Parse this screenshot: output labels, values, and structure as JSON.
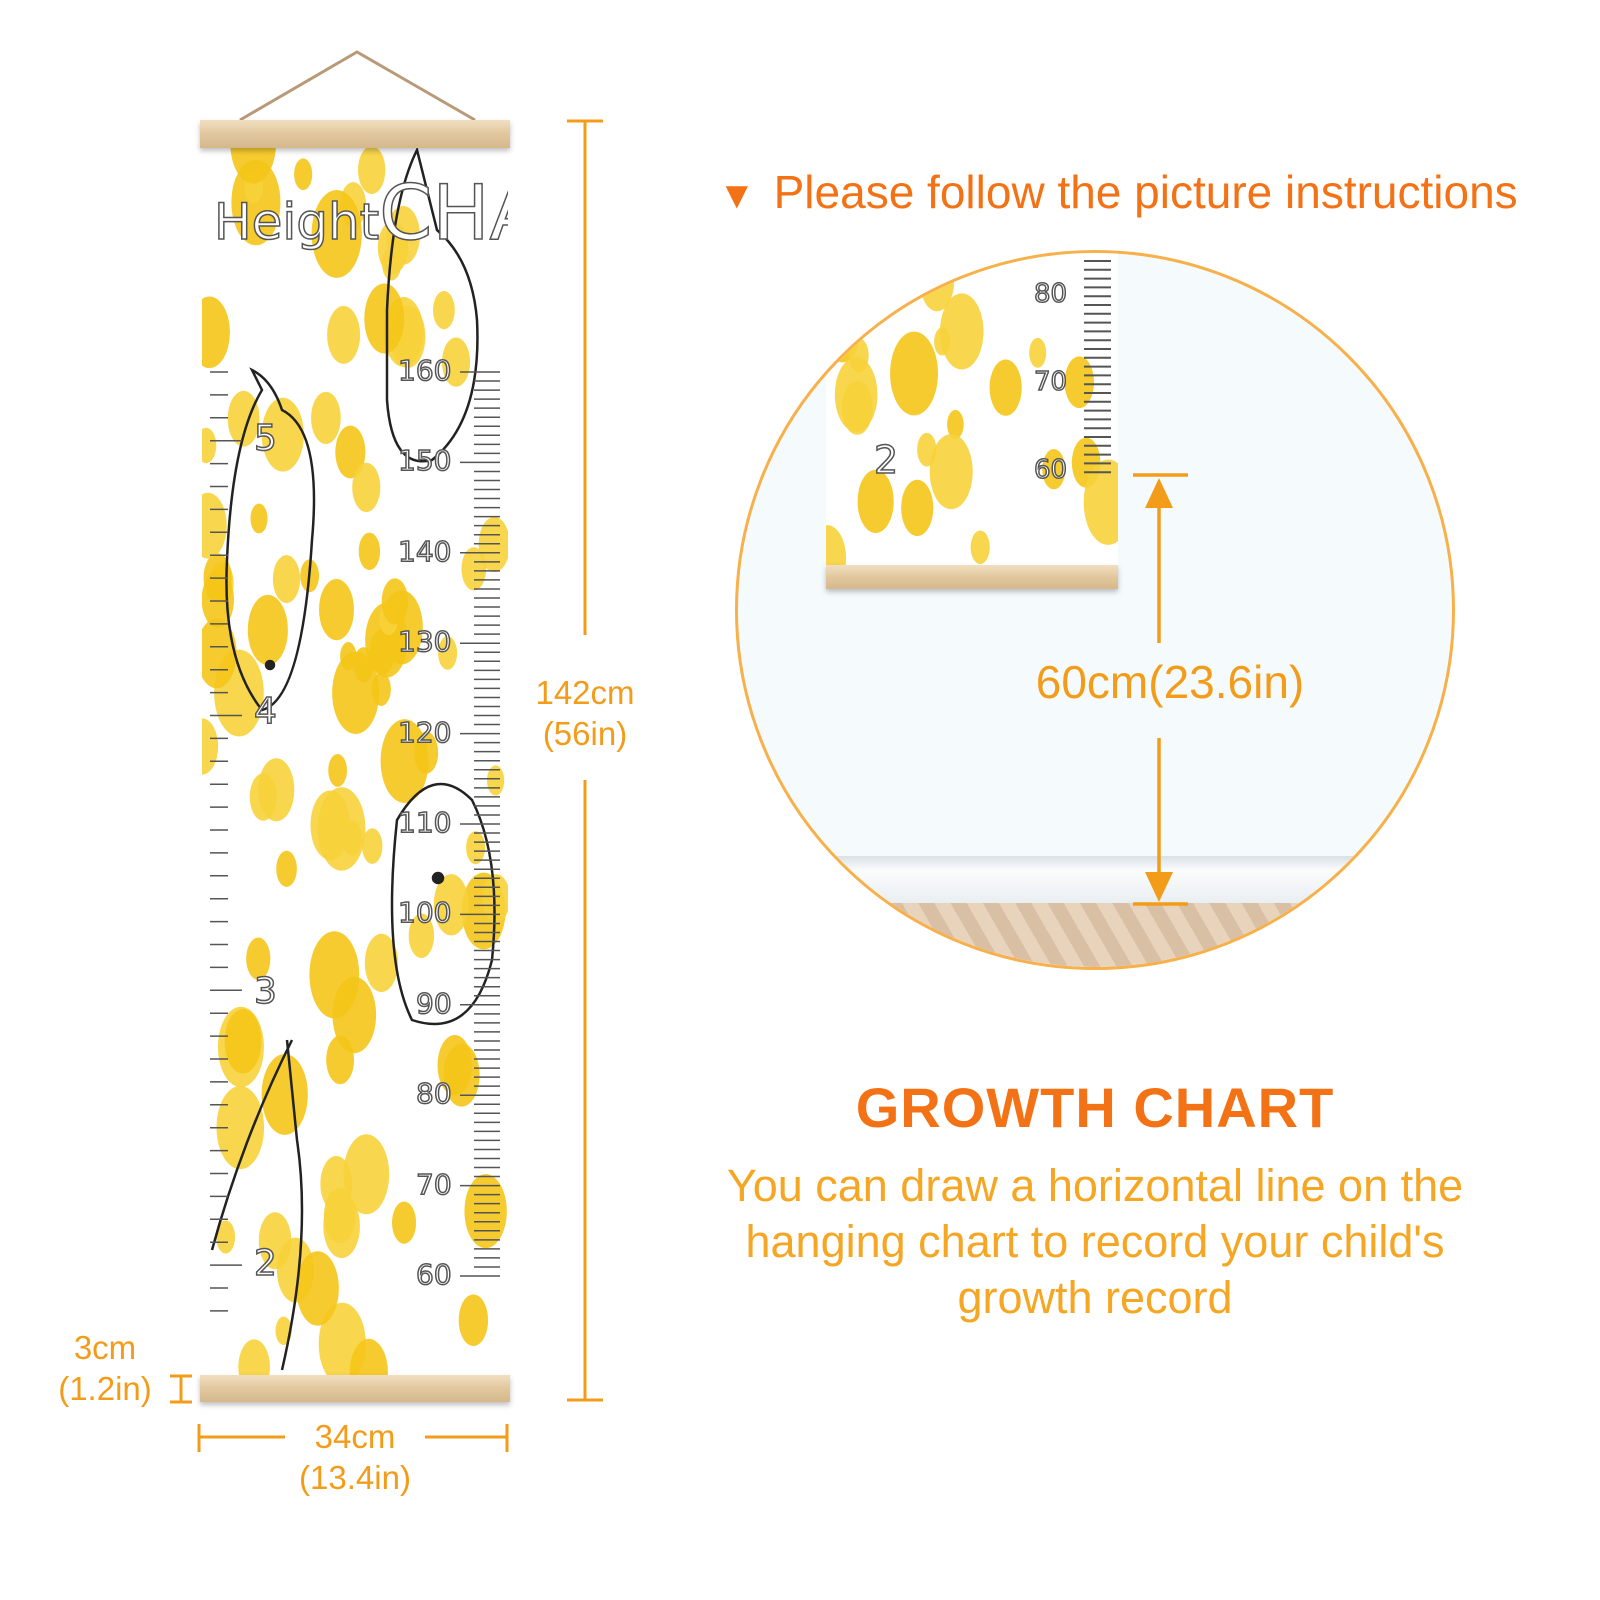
{
  "chart": {
    "title_small": "Height",
    "title_large": "CHART",
    "cm_labels": [
      "160",
      "150",
      "140",
      "130",
      "120",
      "110",
      "100",
      "90",
      "80",
      "70",
      "60"
    ],
    "ft_labels": [
      "5",
      "4",
      "3",
      "2"
    ]
  },
  "dimensions": {
    "height_cm": "142cm",
    "height_in": "(56in)",
    "width_cm": "34cm",
    "width_in": "(13.4in)",
    "bar_cm": "3cm",
    "bar_in": "(1.2in)"
  },
  "instructions": {
    "heading": "Please follow the picture instructions",
    "triangle": "▼"
  },
  "inset": {
    "cm_labels": [
      "80",
      "70",
      "60"
    ],
    "ft_label": "2",
    "measure": "60cm(23.6in)"
  },
  "growth": {
    "title": "GROWTH CHART",
    "description": "You can draw a horizontal line on the hanging chart to record your child's growth record"
  },
  "colors": {
    "accent": "#f47216",
    "dimension": "#f39c1a",
    "yellow": "#f5c518",
    "wood": "#e2c79e"
  }
}
